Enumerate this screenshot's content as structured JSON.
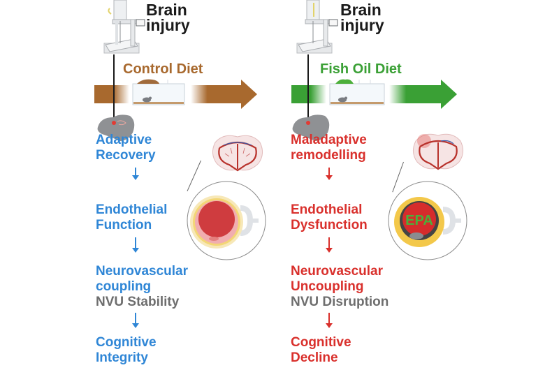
{
  "colors": {
    "control": "#a8692e",
    "fish_oil": "#3aa035",
    "adaptive_blue": "#2f86d6",
    "maladaptive_red": "#d9302c",
    "nvu_gray": "#6e6e6e"
  },
  "control": {
    "injury_label": [
      "Brain",
      "injury"
    ],
    "diet_label": "Control Diet",
    "steps": [
      {
        "lines": [
          "Adaptive",
          "Recovery"
        ]
      },
      {
        "lines": [
          "Endothelial",
          "Function"
        ]
      },
      {
        "lines": [
          "Neurovascular",
          "coupling"
        ],
        "sub": "NVU Stability"
      },
      {
        "lines": [
          "Cognitive",
          "Integrity"
        ]
      }
    ]
  },
  "fish_oil": {
    "injury_label": [
      "Brain",
      "injury"
    ],
    "diet_label": "Fish Oil Diet",
    "vessel_label": "EPA",
    "steps": [
      {
        "lines": [
          "Maladaptive",
          "remodelling"
        ]
      },
      {
        "lines": [
          "Endothelial",
          "Dysfunction"
        ]
      },
      {
        "lines": [
          "Neurovascular",
          "Uncoupling"
        ],
        "sub": "NVU Disruption"
      },
      {
        "lines": [
          "Cognitive",
          "Decline"
        ]
      }
    ]
  },
  "icons": [
    "stereotaxic-device-icon",
    "mouse-cage-icon",
    "mouse-head-icon",
    "brain-section-icon",
    "blood-vessel-cross-section-icon"
  ]
}
